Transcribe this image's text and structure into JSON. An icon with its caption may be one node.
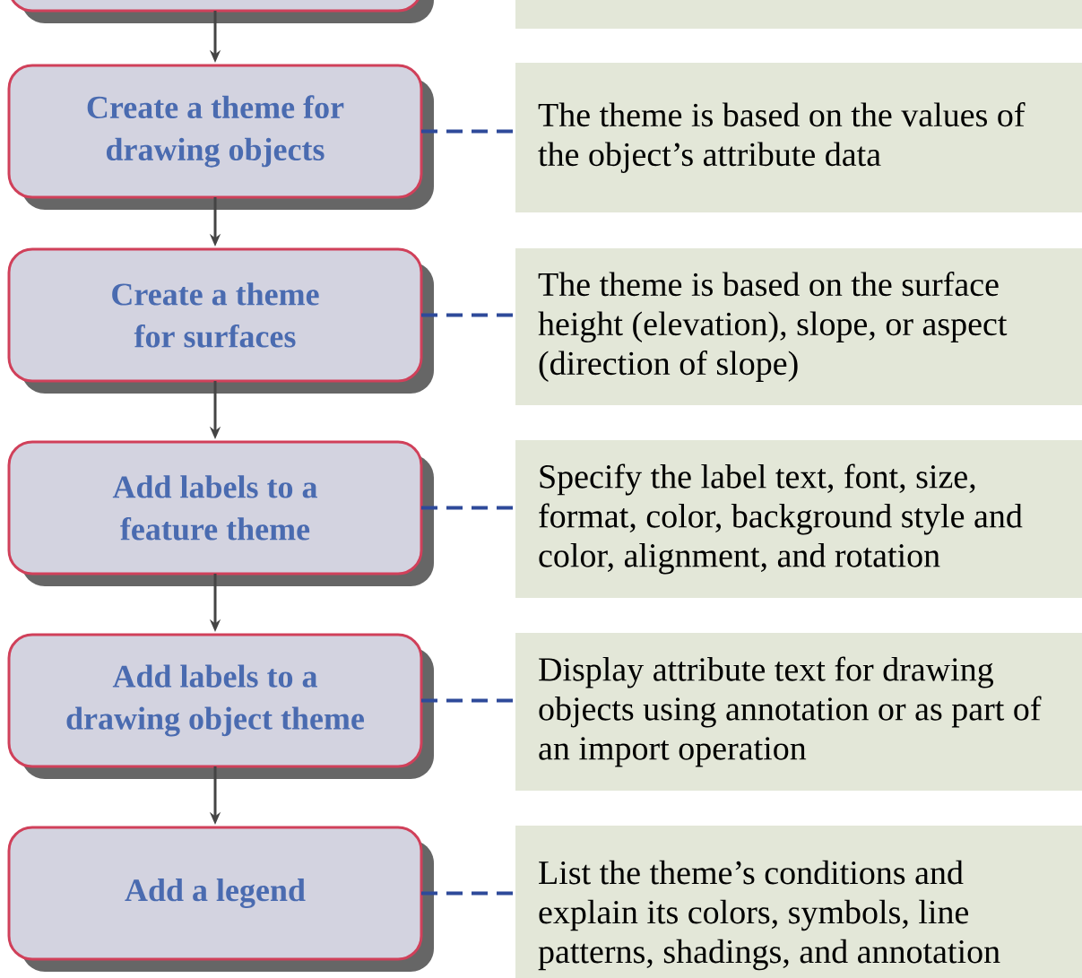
{
  "diagram": {
    "nodes": [
      {
        "text": [],
        "shape": "box"
      },
      {
        "text": [],
        "shape": "box"
      },
      {
        "text": [
          "Create a theme for drawing objects"
        ]
      },
      {
        "text": [
          "The theme is based on the values of the object’s attribute data"
        ]
      },
      {
        "text": [
          "Create a theme for surfaces"
        ]
      },
      {
        "text": [
          "The theme is based on the surface height (elevation), slope, or aspect (direction of slope)"
        ]
      },
      {
        "text": [
          "Add labels to a feature theme"
        ]
      },
      {
        "text": [
          "Specify the label text, font, size, format, color, background style and color, alignment, and rotation"
        ]
      },
      {
        "text": [
          "Add labels to a drawing object theme"
        ]
      },
      {
        "text": [
          "Display attribute text for drawing objects using annotation or as part of an import operation"
        ]
      },
      {
        "text": [
          "Add a legend"
        ]
      },
      {
        "text": [
          "List the theme’s conditions and explain its colors, symbols, line patterns, shadings, and annotation"
        ]
      }
    ],
    "edges": [
      {
        "from": 0,
        "to": 2,
        "arrow": "to"
      },
      {
        "from": 2,
        "to": 4,
        "arrow": "to"
      },
      {
        "from": 4,
        "to": 6,
        "arrow": "to"
      },
      {
        "from": 6,
        "to": 8,
        "arrow": "to"
      },
      {
        "from": 8,
        "to": 10,
        "arrow": "to"
      },
      {
        "from": 2,
        "to": 3,
        "arrow": "none",
        "style": "dashed",
        "color": "#2e4a9a"
      },
      {
        "from": 4,
        "to": 5,
        "arrow": "none",
        "style": "dashed",
        "color": "#2e4a9a"
      },
      {
        "from": 6,
        "to": 7,
        "arrow": "none",
        "style": "dashed",
        "color": "#2e4a9a"
      },
      {
        "from": 8,
        "to": 9,
        "arrow": "none",
        "style": "dashed",
        "color": "#2e4a9a"
      },
      {
        "from": 10,
        "to": 11,
        "arrow": "none",
        "style": "dashed",
        "color": "#2e4a9a"
      }
    ]
  }
}
